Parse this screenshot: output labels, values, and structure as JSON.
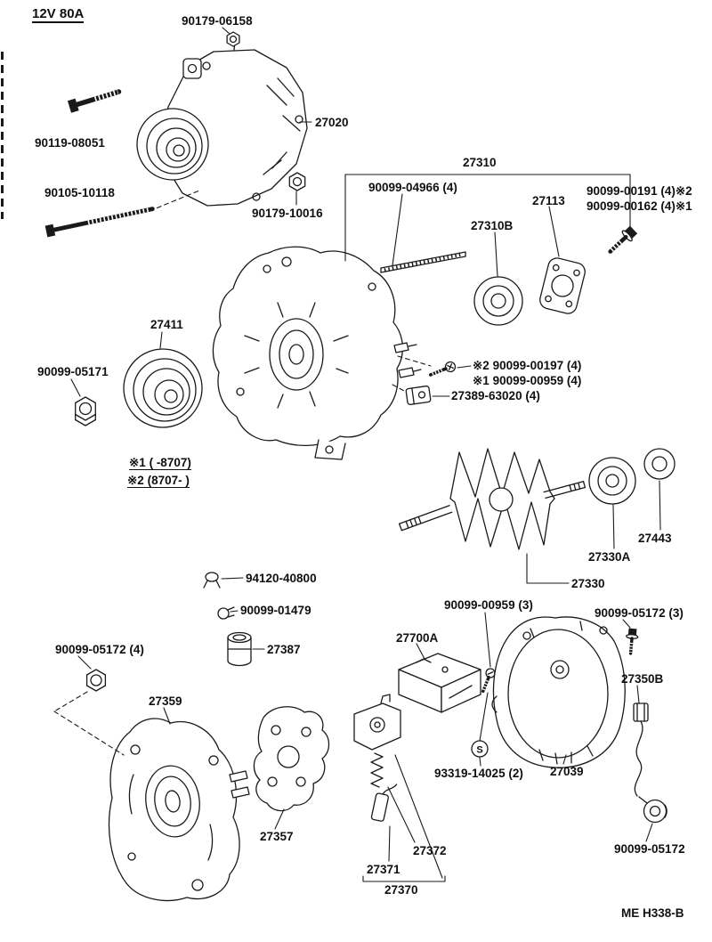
{
  "page": {
    "voltage_spec": "12V 80A",
    "drawing_code": "ME  H338-B"
  },
  "notes": [
    "※1 (      -8707)",
    "※2 (8707-      )"
  ],
  "markers": {
    "screw_symbol": "S"
  },
  "labels": [
    "90179-06158",
    "27020",
    "90119-08051",
    "90105-10118",
    "90179-10016",
    "27310",
    "90099-04966 (4)",
    "27113",
    "27310B",
    "90099-00191 (4)※2",
    "90099-00162 (4)※1",
    "27411",
    "90099-05171",
    "※2 90099-00197 (4)",
    "※1 90099-00959 (4)",
    "27389-63020 (4)",
    "94120-40800",
    "90099-01479",
    "27387",
    "90099-05172 (4)",
    "27359",
    "90099-00959 (3)",
    "90099-05172 (3)",
    "27700A",
    "27350B",
    "27443",
    "27330A",
    "27330",
    "93319-14025 (2)",
    "27039",
    "27357",
    "27372",
    "27371",
    "27370",
    "90099-05172"
  ]
}
